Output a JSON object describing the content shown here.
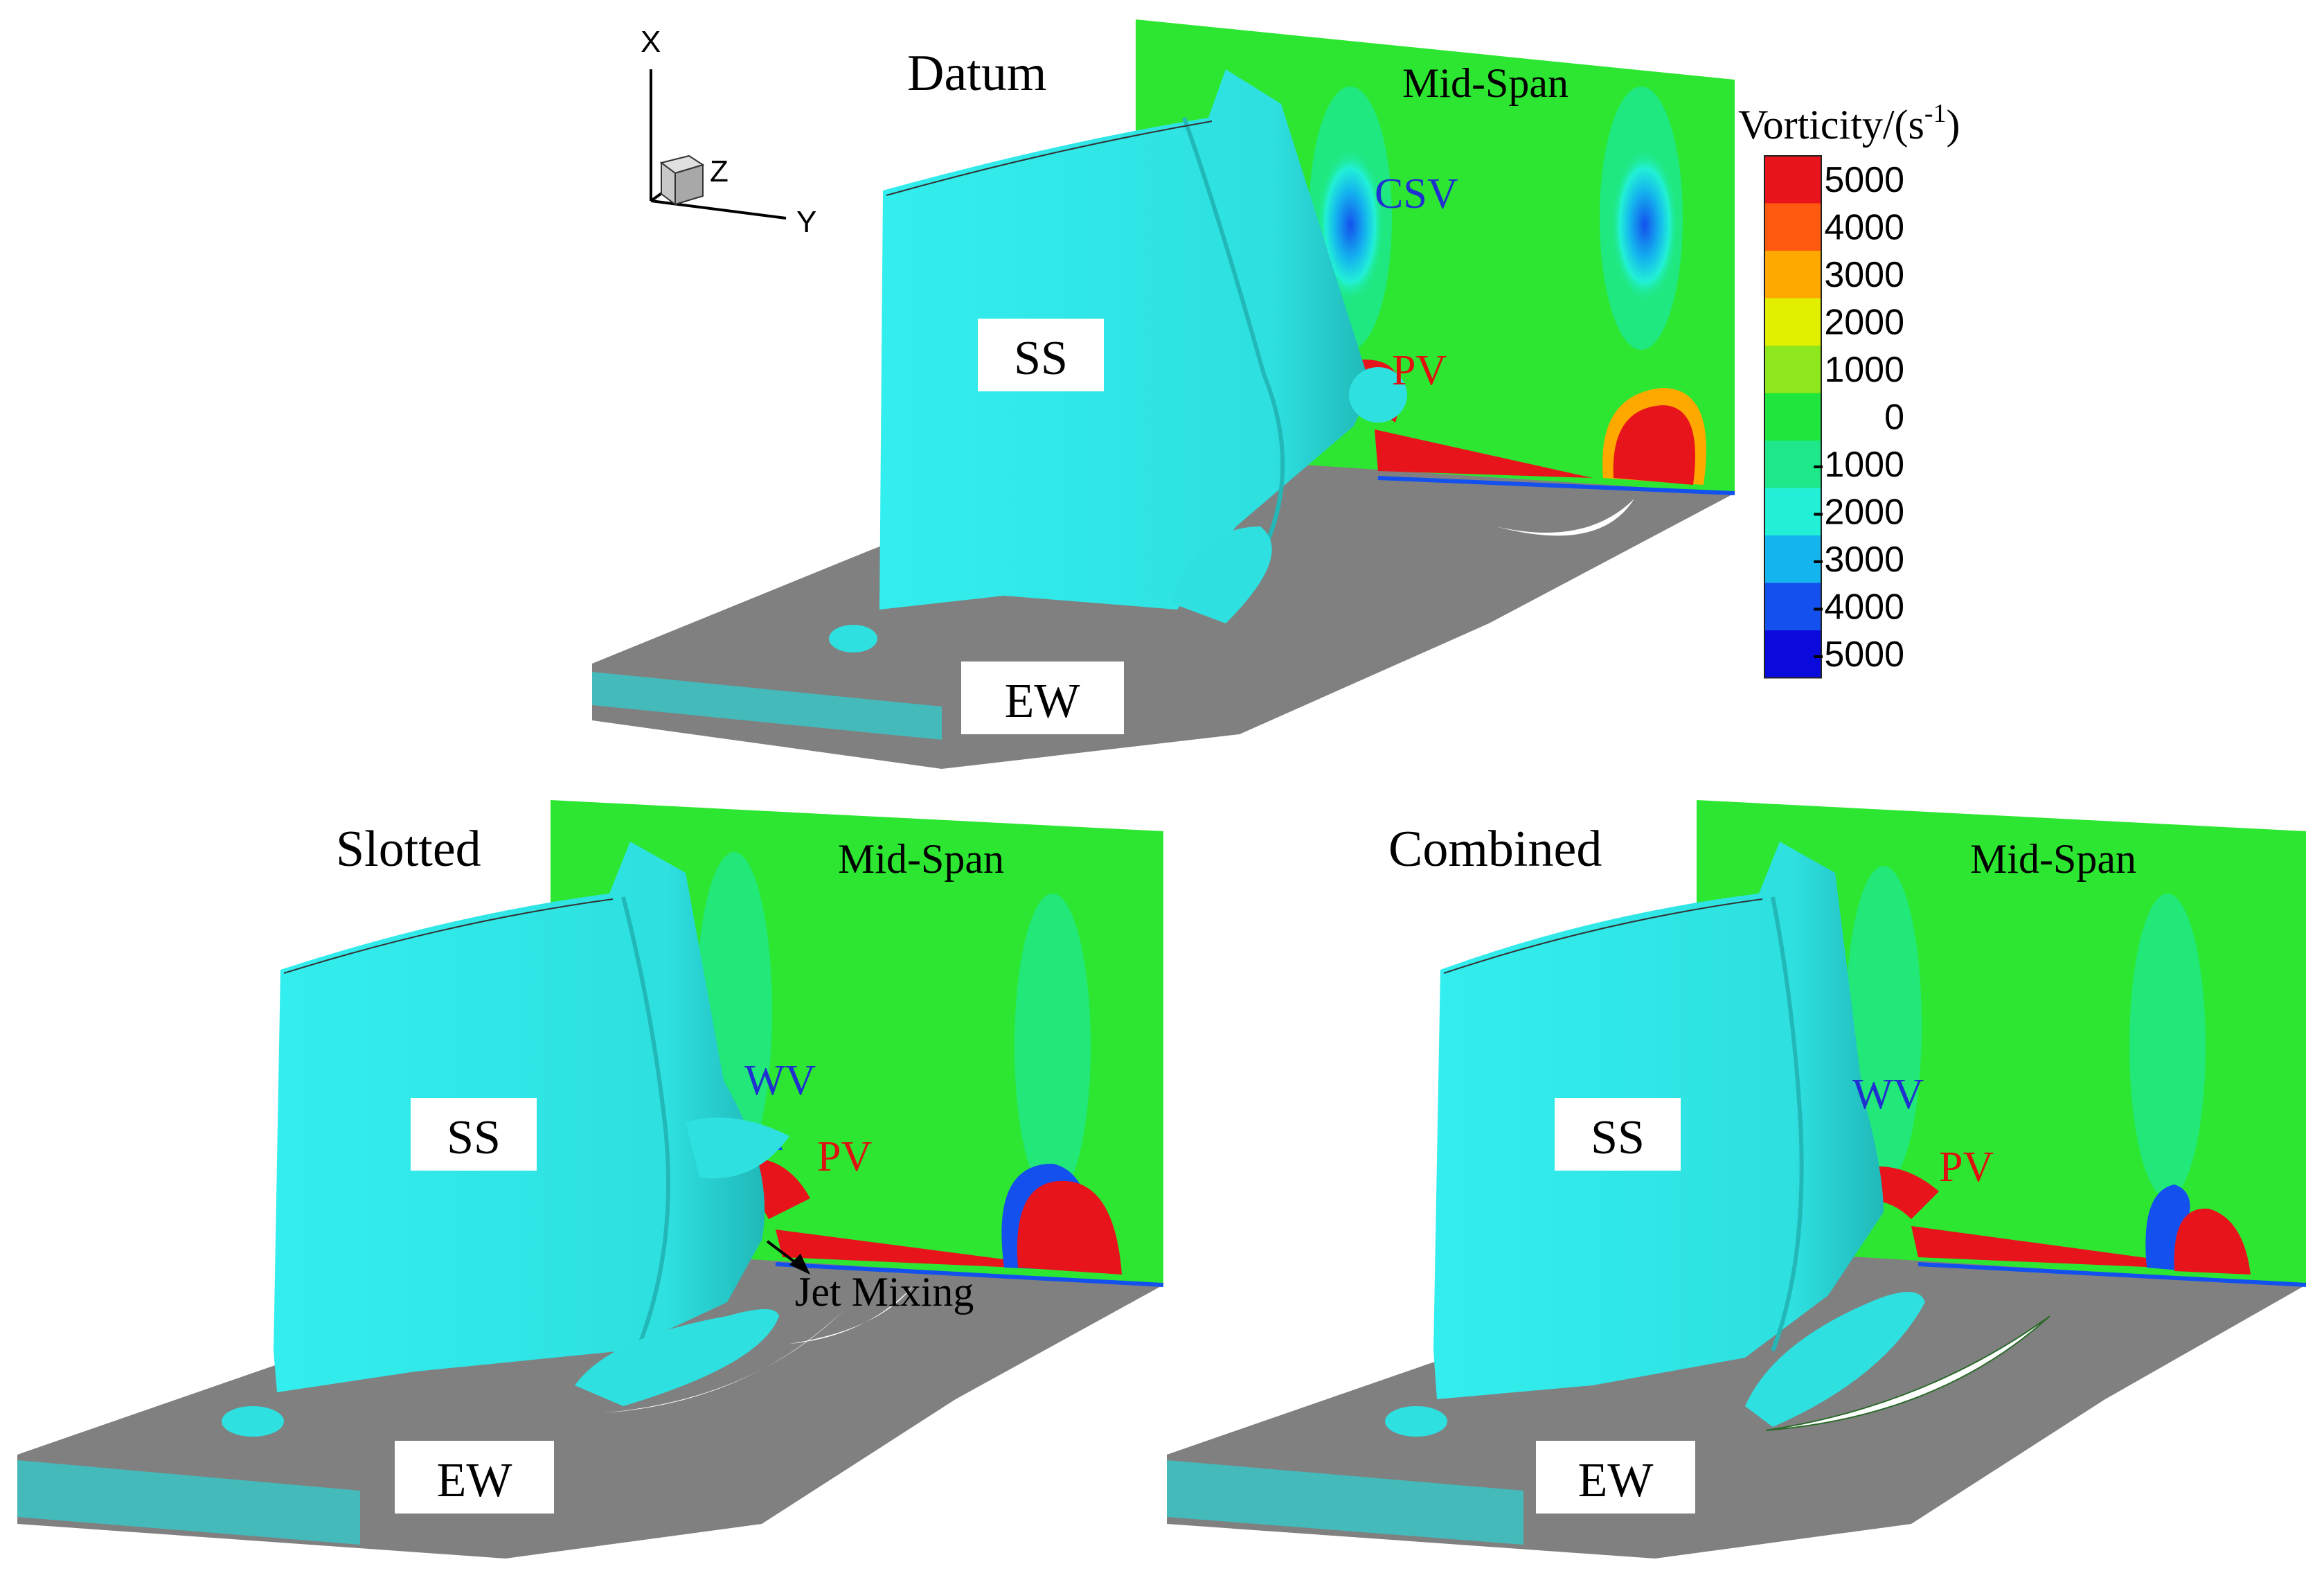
{
  "axes_triad": {
    "x": "X",
    "y": "Y",
    "z": "Z"
  },
  "panels": [
    {
      "title": "Datum",
      "plane_label": "Mid-Span",
      "surface_label": "SS",
      "wall_label": "EW",
      "annotations": [
        {
          "text": "CSV",
          "color": "#1f2fd0"
        },
        {
          "text": "PV",
          "color": "#e01010"
        }
      ]
    },
    {
      "title": "Slotted",
      "plane_label": "Mid-Span",
      "surface_label": "SS",
      "wall_label": "EW",
      "annotations": [
        {
          "text": "WV",
          "color": "#1f2fd0"
        },
        {
          "text": "PV",
          "color": "#e01010"
        },
        {
          "text": "Jet Mixing",
          "color": "#000000"
        }
      ]
    },
    {
      "title": "Combined",
      "plane_label": "Mid-Span",
      "surface_label": "SS",
      "wall_label": "EW",
      "annotations": [
        {
          "text": "WV",
          "color": "#1f2fd0"
        },
        {
          "text": "PV",
          "color": "#e01010"
        }
      ]
    }
  ],
  "colorbar": {
    "title_main": "Vorticity/(s",
    "title_sup": "-1",
    "title_close": ")",
    "levels": [
      {
        "label": "5000",
        "color": "#e8141c"
      },
      {
        "label": "4000",
        "color": "#ff5a10"
      },
      {
        "label": "3000",
        "color": "#ffa800"
      },
      {
        "label": "2000",
        "color": "#e2f000"
      },
      {
        "label": "1000",
        "color": "#8ee61c"
      },
      {
        "label": "0",
        "color": "#1ee63c"
      },
      {
        "label": "-1000",
        "color": "#1ee88a"
      },
      {
        "label": "-2000",
        "color": "#22f0d6"
      },
      {
        "label": "-3000",
        "color": "#14b4ee"
      },
      {
        "label": "-4000",
        "color": "#1450ee"
      },
      {
        "label": "-5000",
        "color": "#0a0adc"
      }
    ]
  },
  "colors": {
    "blade": "#2ee8e8",
    "blade_shade": "#22c4c4",
    "wall": "#808080",
    "plane": "#2de632",
    "hot": "#e8141c",
    "cold": "#1450ee"
  }
}
